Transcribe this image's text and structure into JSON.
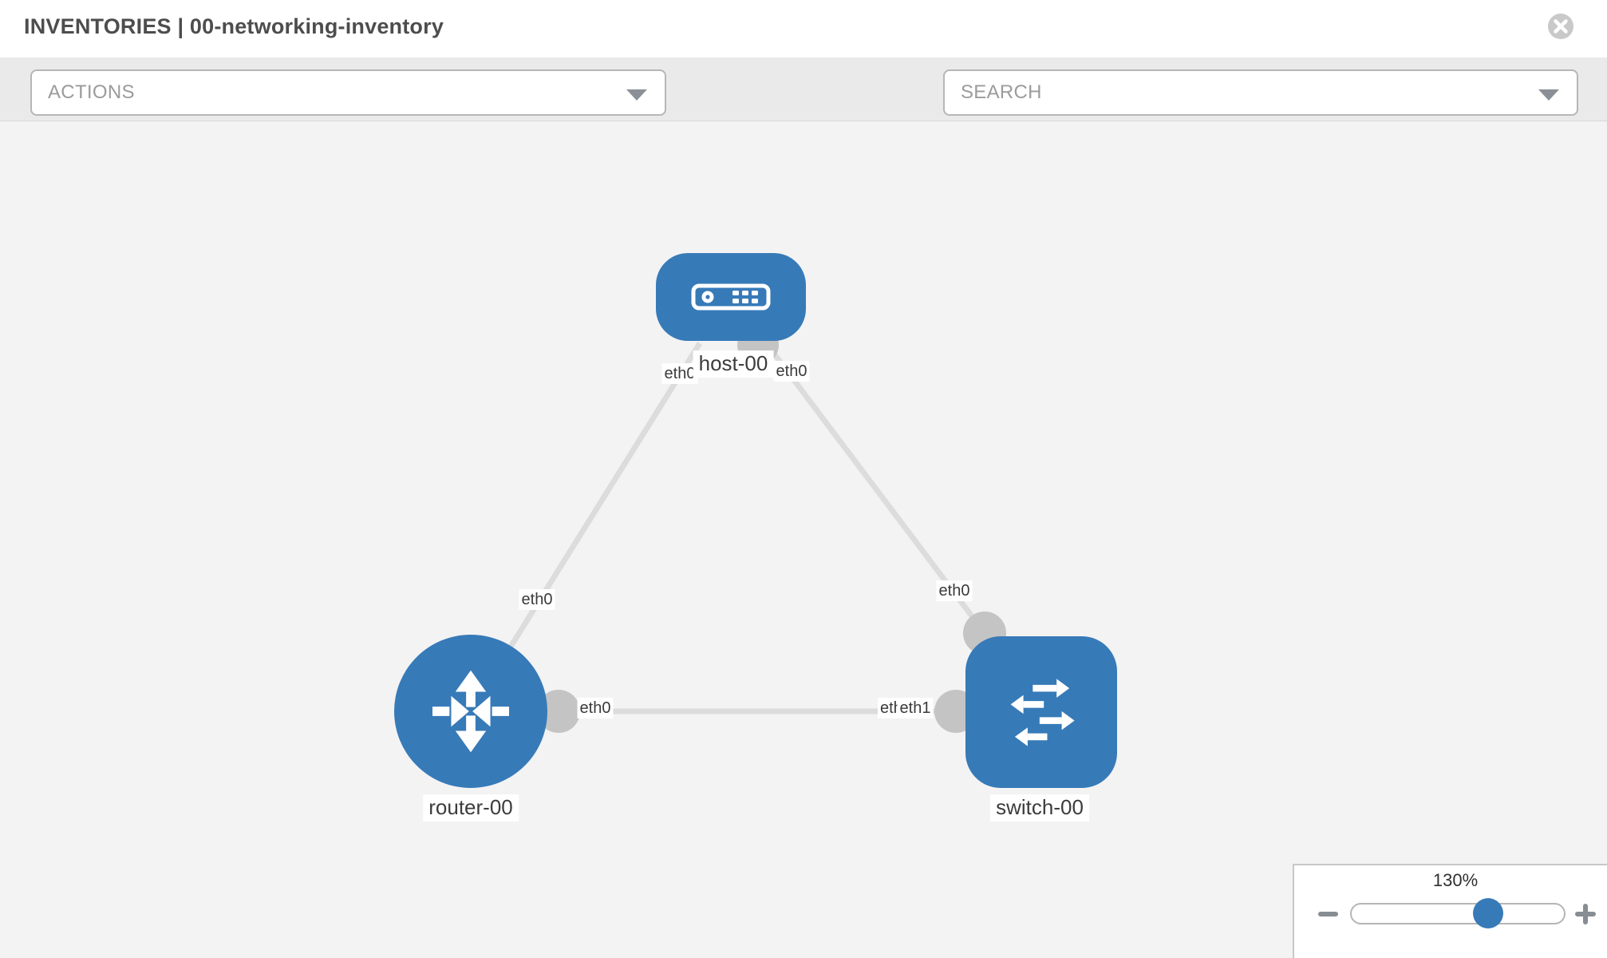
{
  "header": {
    "title": "INVENTORIES | 00-networking-inventory"
  },
  "toolbar": {
    "actions_label": "ACTIONS",
    "search_placeholder": "SEARCH",
    "icons": [
      "wrench-icon",
      "key-icon"
    ]
  },
  "graph": {
    "nodes": [
      {
        "id": "host-00",
        "label": "host-00",
        "type": "host",
        "shape": "rounded-rect",
        "icon": "server-icon"
      },
      {
        "id": "router-00",
        "label": "router-00",
        "type": "router",
        "shape": "circle",
        "icon": "router-arrows-icon"
      },
      {
        "id": "switch-00",
        "label": "switch-00",
        "type": "switch",
        "shape": "rounded-square",
        "icon": "switch-arrows-icon"
      }
    ],
    "edges": [
      {
        "from": "host-00",
        "to": "router-00"
      },
      {
        "from": "host-00",
        "to": "switch-00"
      },
      {
        "from": "router-00",
        "to": "switch-00"
      }
    ],
    "interface_labels": [
      {
        "text": "eth0",
        "node": "host-00",
        "edge": "host-00 - router-00"
      },
      {
        "text": "eth0",
        "node": "host-00",
        "edge": "host-00 - switch-00"
      },
      {
        "text": "eth0",
        "node": "router-00",
        "edge": "host-00 - router-00"
      },
      {
        "text": "eth0",
        "node": "switch-00",
        "edge": "host-00 - switch-00"
      },
      {
        "text": "eth0",
        "node": "router-00",
        "edge": "router-00 - switch-00"
      },
      {
        "text": "eth0",
        "node": "switch-00",
        "edge": "router-00 - switch-00",
        "note": "partially hidden under eth1 label"
      },
      {
        "text": "eth1",
        "node": "switch-00",
        "edge": "router-00 - switch-00"
      }
    ]
  },
  "zoom_control": {
    "percent": "130%",
    "value": 130
  },
  "colors": {
    "node_blue": "#377ab8",
    "edge_gray": "#dcdcdc",
    "connector_gray": "#c4c4c4",
    "icon_gray": "#878d93"
  }
}
